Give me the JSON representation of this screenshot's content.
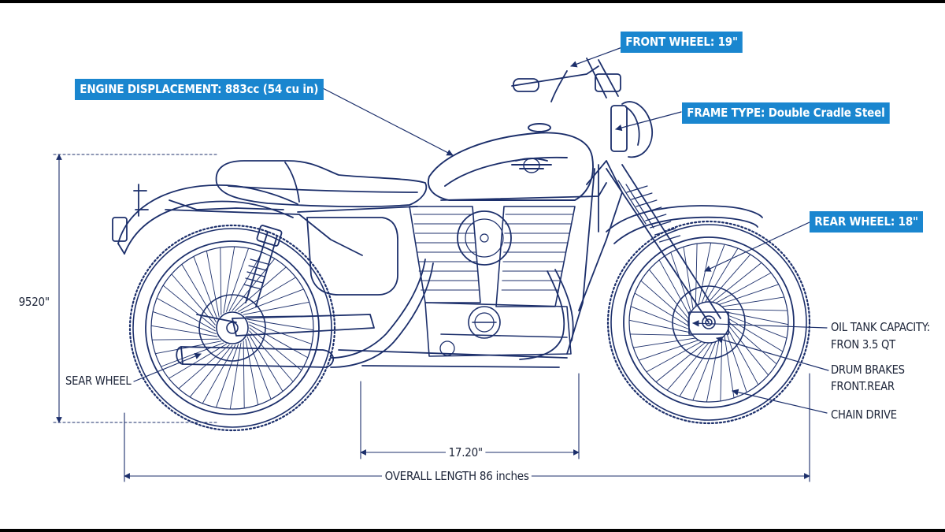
{
  "labels": {
    "front_wheel": "FRONT WHEEL: 19\"",
    "engine_displacement": "ENGINE DISPLACEMENT: 883cc (54 cu in)",
    "frame_type": "FRAME TYPE: Double Cradle Steel",
    "rear_wheel": "REAR WHEEL: 18\"",
    "oil_tank_line1": "OIL TANK CAPACITY:",
    "oil_tank_line2": "FRON 3.5 QT",
    "drum_brakes_line1": "DRUM BRAKES",
    "drum_brakes_line2": "FRONT.REAR",
    "chain_drive": "CHAIN DRIVE",
    "sear_wheel": "SEAR WHEEL"
  },
  "dimensions": {
    "height": "9520\"",
    "wheelbase_segment": "17.20\"",
    "overall_length": "OVERALL LENGTH 86 inches"
  },
  "colors": {
    "line_ink": "#1c2f6b",
    "callout_blue": "#1a86cf",
    "text_dark": "#1c2438",
    "frame_border": "#000000"
  }
}
